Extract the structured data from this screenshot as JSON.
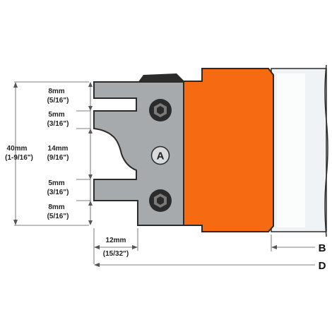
{
  "colors": {
    "cutter_gray": "#a7aaad",
    "body_orange": "#f66a12",
    "shaft_light": "#f0f3f5",
    "dark": "#2b2b2b",
    "line": "#555555"
  },
  "labels": {
    "left_dims": [
      {
        "mm": "8mm",
        "inch": "(5/16\")"
      },
      {
        "mm": "5mm",
        "inch": "(3/16\")"
      },
      {
        "mm": "14mm",
        "inch": "(9/16\")"
      },
      {
        "mm": "5mm",
        "inch": "(3/16\")"
      },
      {
        "mm": "8mm",
        "inch": "(5/16\")"
      }
    ],
    "total_height": {
      "mm": "40mm",
      "inch": "(1-9/16\")"
    },
    "bottom_width": {
      "mm": "12mm",
      "inch": "(15/32\")"
    },
    "marker": "A",
    "ref_b": "B",
    "ref_d": "D"
  },
  "icons": {
    "screw_top": "hex-socket-screw-icon",
    "screw_bottom": "hex-socket-screw-icon",
    "arrow": "dimension-arrow-icon"
  }
}
